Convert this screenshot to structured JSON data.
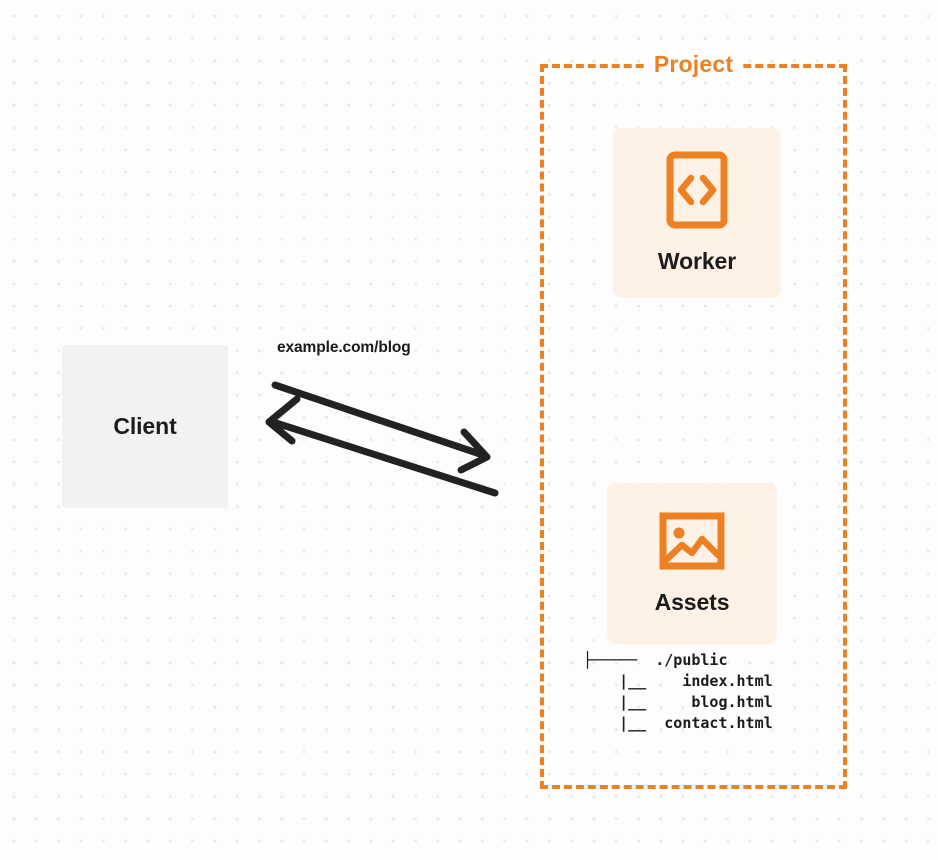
{
  "diagram": {
    "title": "Client request routing to Project Worker and Assets",
    "background": {
      "style": "dot-grid",
      "dot_color": "#e7e8ea",
      "page_color": "#fdfdfd"
    }
  },
  "colors": {
    "orange": "#ee8024",
    "card_fill": "#fdf2e5",
    "client_fill": "#f1f2f4",
    "text_dark": "#1c1c1c",
    "arrow": "#222222"
  },
  "client": {
    "label": "Client"
  },
  "edge": {
    "label": "example.com/blog",
    "request_direction": "client-to-project",
    "response_direction": "project-to-client"
  },
  "project": {
    "label": "Project",
    "nodes": [
      {
        "label": "Worker",
        "icon": "code-brackets-icon"
      },
      {
        "label": "Assets",
        "icon": "image-icon"
      }
    ]
  },
  "file_tree": {
    "root": "./public",
    "lines": [
      "├─────  ./public",
      "    |__    index.html",
      "    |__     blog.html",
      "    |__  contact.html"
    ],
    "files": [
      "index.html",
      "blog.html",
      "contact.html"
    ]
  }
}
